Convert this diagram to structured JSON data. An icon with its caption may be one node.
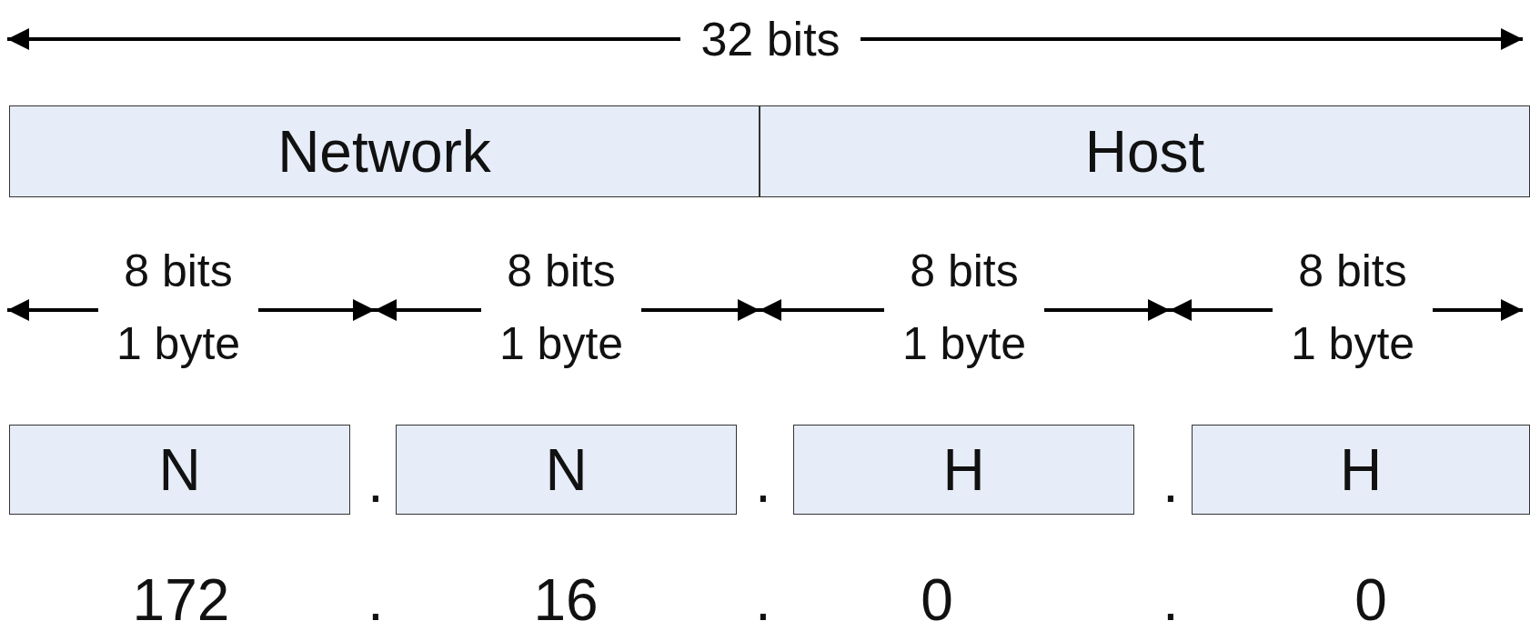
{
  "diagram": {
    "nodes": [
      {
        "text": [
          "Network"
        ]
      },
      {
        "text": [
          "Host"
        ]
      },
      {
        "text": [
          "N"
        ]
      },
      {
        "text": [
          "N"
        ]
      },
      {
        "text": [
          "H"
        ]
      },
      {
        "text": [
          "H"
        ]
      }
    ],
    "labels": [
      "32 bits",
      "8 bits",
      "1 byte",
      "8 bits",
      "1 byte",
      "8 bits",
      "1 byte",
      "8 bits",
      "1 byte",
      ".",
      ".",
      ".",
      "172",
      ".",
      "16",
      ".",
      "0",
      ".",
      "0"
    ]
  }
}
